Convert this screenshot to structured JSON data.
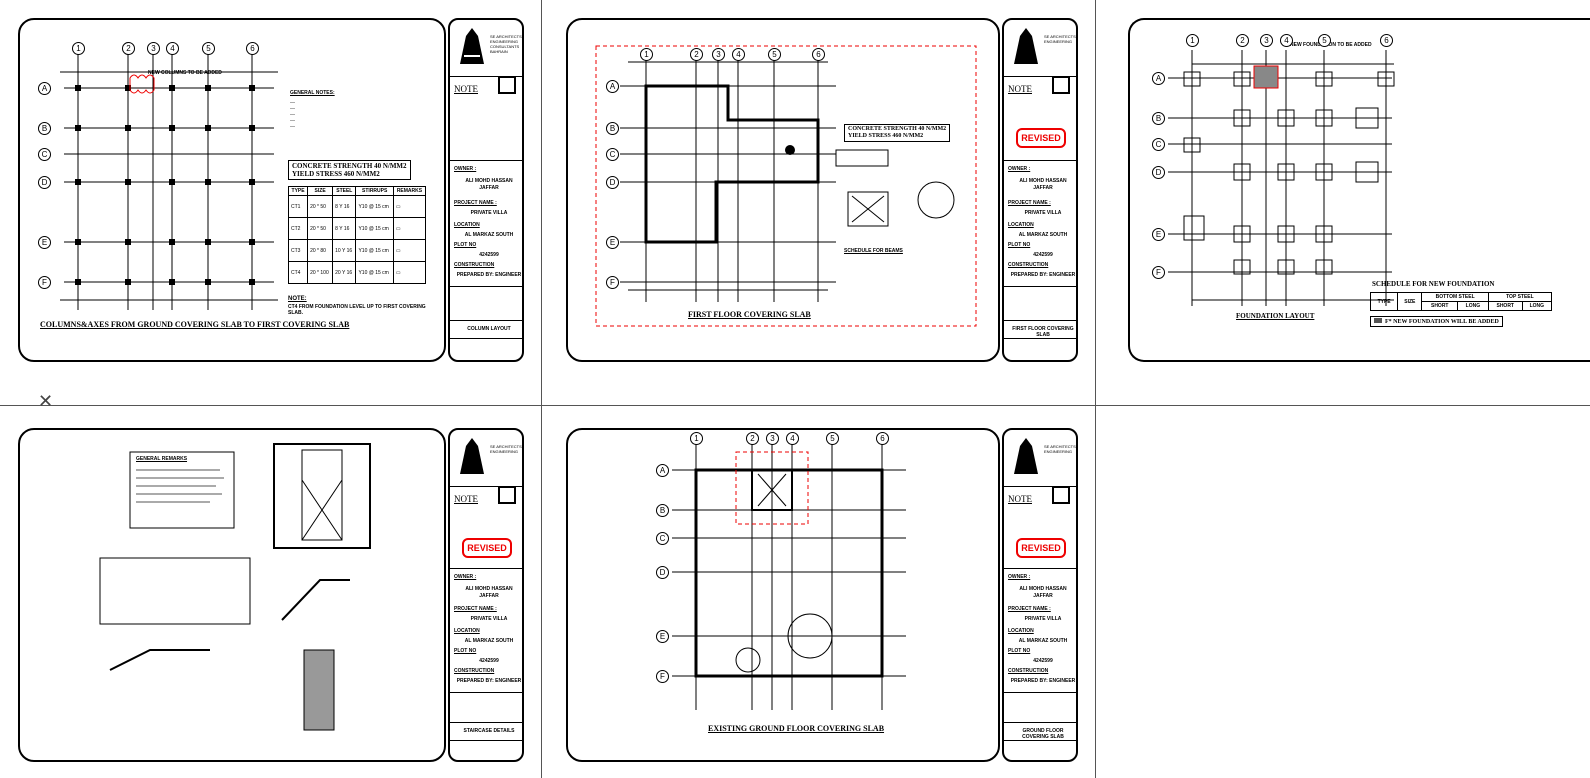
{
  "titleblock": {
    "firm_lines": [
      "SE ARCHITECTS",
      "ENGINEERING",
      "CONSULTANTS",
      "BAHRAIN"
    ],
    "note_label": "NOTE",
    "owner_label": "OWNER :",
    "owner_name_1": "ALI MOHD HASSAN",
    "owner_name_2": "JAFFAR",
    "project_label": "PROJECT NAME :",
    "project_name": "PRIVATE VILLA",
    "location_label": "LOCATION",
    "location_value": "AL MARKAZ SOUTH",
    "plot_label": "PLOT NO",
    "plot_value": "4242599",
    "construction_label": "CONSTRUCTION",
    "construction_value": "PREPARED BY: ENGINEER"
  },
  "revised_label": "REVISED",
  "close_icon": "close-icon",
  "sheets": {
    "s1": {
      "title": "COLUMNS&AXES FROM GROUND COVERING SLAB TO FIRST COVERING SLAB",
      "new_column_note": "NEW COLUMNS TO BE ADDED",
      "notes_title": "GENERAL NOTES:",
      "spec_1": "CONCRETE STRENGTH 40 N/MM2",
      "spec_2": "YIELD STRESS 460 N/MM2",
      "schedule_head": [
        "TYPE",
        "SIZE",
        "STEEL",
        "STIRRUPS",
        "REMARKS"
      ],
      "schedule": [
        [
          "CT1",
          "20 * 50",
          "8 Y 16",
          "Y10 @ 15 cm"
        ],
        [
          "CT2",
          "20 * 50",
          "8 Y 16",
          "Y10 @ 15 cm"
        ],
        [
          "CT3",
          "20 * 80",
          "10 Y 16",
          "Y10 @ 15 cm"
        ],
        [
          "CT4",
          "20 * 100",
          "20 Y 16",
          "Y10 @ 15 cm"
        ]
      ],
      "note_label": "NOTE:",
      "note_text": "CT4 FROM FOUNDATION LEVEL UP TO FIRST COVERING SLAB.",
      "drawing_title": "COLUMN LAYOUT"
    },
    "s2": {
      "title": "FIRST FLOOR COVERING SLAB",
      "spec_1": "CONCRETE STRENGTH 40 N/MM2",
      "spec_2": "YIELD STRESS 460 N/MM2",
      "schedule_title": "SCHEDULE FOR BEAMS",
      "drawing_title": "FIRST FLOOR COVERING SLAB"
    },
    "s3": {
      "title": "FOUNDATION LAYOUT",
      "new_foundation_note": "NEW FOUNDATION TO BE ADDED",
      "schedule_title": "SCHEDULE FOR NEW FOUNDATION",
      "schedule_head": [
        "TYPE",
        "SIZE",
        "BOTTOM STEEL",
        "TOP STEEL"
      ],
      "schedule_sub": [
        "SHORT",
        "LONG",
        "SHORT",
        "LONG"
      ],
      "legend_text": "F* NEW FOUNDATION WILL BE ADDED"
    },
    "s4": {
      "notes_title": "GENERAL REMARKS",
      "drawing_title": "STAIRCASE DETAILS"
    },
    "s5": {
      "title": "EXISTING GROUND FLOOR COVERING SLAB",
      "drawing_title": "GROUND FLOOR COVERING SLAB"
    }
  },
  "axis_numbers": [
    "1",
    "2",
    "3",
    "4",
    "5",
    "6"
  ],
  "axis_letters": [
    "A",
    "B",
    "C",
    "D",
    "E",
    "F"
  ]
}
